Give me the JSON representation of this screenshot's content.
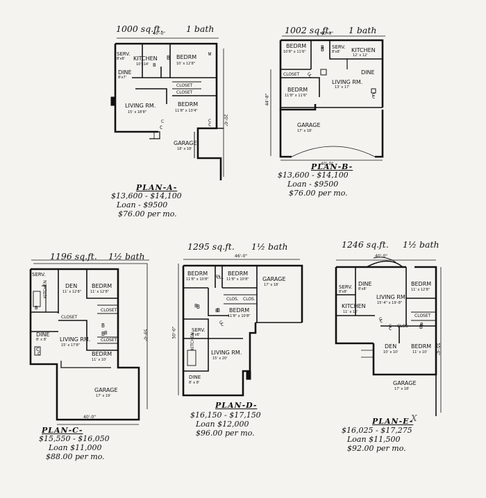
{
  "plans": [
    {
      "id": "A",
      "title": "PLAN-A-",
      "area": "1000 sq.ft.",
      "bath": "1 bath",
      "price": "$13,600 - $14,100",
      "loan": "Loan - $9500",
      "monthly": "$76.00 per mo.",
      "rooms": [
        {
          "name": "SERV.",
          "size": "8'x8'"
        },
        {
          "name": "KITCHEN",
          "size": "10'x14'"
        },
        {
          "name": "DINE",
          "size": "8'x7'"
        },
        {
          "name": "BEDRM",
          "size": "10' x 12'8\""
        },
        {
          "name": "CLOSET"
        },
        {
          "name": "CLOSET"
        },
        {
          "name": "BEDRM",
          "size": "11'8\" x 13'4\""
        },
        {
          "name": "LIVING RM.",
          "size": "15' x 18'8\""
        },
        {
          "name": "GARAGE",
          "size": "18' x 18'"
        },
        {
          "name": "B"
        },
        {
          "name": "C"
        },
        {
          "name": "C"
        }
      ],
      "dims": [
        "40'-0\"",
        "20'-0\""
      ]
    },
    {
      "id": "B",
      "title": "PLAN-B-",
      "area": "1002 sq.ft.",
      "bath": "1 bath",
      "price": "$13,600 - $14,100",
      "loan": "Loan - $9500",
      "monthly": "$76.00 per mo.",
      "rooms": [
        {
          "name": "BEDRM",
          "size": "10'8\" x 11'6\""
        },
        {
          "name": "B"
        },
        {
          "name": "SERV.",
          "size": "8'x8'"
        },
        {
          "name": "KITCHEN",
          "size": "12' x 12'"
        },
        {
          "name": "CLOSET"
        },
        {
          "name": "C"
        },
        {
          "name": "DINE"
        },
        {
          "name": "LIVING RM.",
          "size": "13' x 17'"
        },
        {
          "name": "BEDRM",
          "size": "11'8\" x 11'6\""
        },
        {
          "name": "GARAGE",
          "size": "17' x 18'"
        },
        {
          "name": "C"
        }
      ],
      "dims": [
        "40'-0\"",
        "44'-8\"",
        "40'-0\""
      ]
    },
    {
      "id": "C",
      "title": "PLAN-C-",
      "area": "1196 sq.ft.",
      "bath": "1½ bath",
      "price": "$15,550 - $16,050",
      "loan": "Loan $11,000",
      "monthly": "$88.00 per mo.",
      "rooms": [
        {
          "name": "SERV."
        },
        {
          "name": "DEN",
          "size": "11' x 12'8\""
        },
        {
          "name": "BEDRM",
          "size": "11' x 12'8\""
        },
        {
          "name": "KITCHEN"
        },
        {
          "name": "CLOSET"
        },
        {
          "name": "CLOSET"
        },
        {
          "name": "CLOSET"
        },
        {
          "name": "DINE",
          "size": "8' x 8'"
        },
        {
          "name": "LIVING RM.",
          "size": "15' x 17'8\""
        },
        {
          "name": "BEDRM",
          "size": "11' x 10'"
        },
        {
          "name": "GARAGE",
          "size": "17' x 19'"
        },
        {
          "name": "B"
        },
        {
          "name": "B"
        },
        {
          "name": "C"
        }
      ],
      "dims": [
        "40'-0\"",
        "59'-0\""
      ]
    },
    {
      "id": "D",
      "title": "PLAN-D-",
      "area": "1295 sq.ft.",
      "bath": "1½ bath",
      "price": "$16,150 - $17,150",
      "loan": "Loan $12,000",
      "monthly": "$96.00 per mo.",
      "rooms": [
        {
          "name": "BEDRM",
          "size": "11'8\" x 10'8\""
        },
        {
          "name": "BEDRM",
          "size": "11'8\" x 10'8\""
        },
        {
          "name": "GARAGE",
          "size": "17' x 18'"
        },
        {
          "name": "CLOS."
        },
        {
          "name": "CLOS."
        },
        {
          "name": "BEDRM",
          "size": "11'8\" x 10'8\""
        },
        {
          "name": "SERV.",
          "size": "8'x8'"
        },
        {
          "name": "KITCHEN"
        },
        {
          "name": "LIVING RM.",
          "size": "15' x 20'"
        },
        {
          "name": "DINE",
          "size": "8' x 8'"
        },
        {
          "name": "B"
        },
        {
          "name": "B"
        },
        {
          "name": "C"
        },
        {
          "name": "CL."
        }
      ],
      "dims": [
        "46'-0\"",
        "50'-0\""
      ]
    },
    {
      "id": "E",
      "title": "PLAN-E-",
      "area": "1246 sq.ft.",
      "bath": "1½ bath",
      "price": "$16,025 - $17,275",
      "loan": "Loan $11,500",
      "monthly": "$92.00 per mo.",
      "rooms": [
        {
          "name": "SERV.",
          "size": "8'x8'"
        },
        {
          "name": "DINE",
          "size": "8'x8'"
        },
        {
          "name": "LIVING RM.",
          "size": "15'-4\" x 19'-8\""
        },
        {
          "name": "BEDRM",
          "size": "11' x 12'8\""
        },
        {
          "name": "KITCHEN",
          "size": "11' x 12'"
        },
        {
          "name": "CLOSET"
        },
        {
          "name": "C"
        },
        {
          "name": "CLOS"
        },
        {
          "name": "B"
        },
        {
          "name": "DEN",
          "size": "10' x 10'"
        },
        {
          "name": "BEDRM",
          "size": "11' x 10'"
        },
        {
          "name": "GARAGE",
          "size": "17' x 18'"
        },
        {
          "name": "C"
        }
      ],
      "dims": [
        "40'-0\"",
        "55'-0\""
      ],
      "mark": "X"
    }
  ]
}
